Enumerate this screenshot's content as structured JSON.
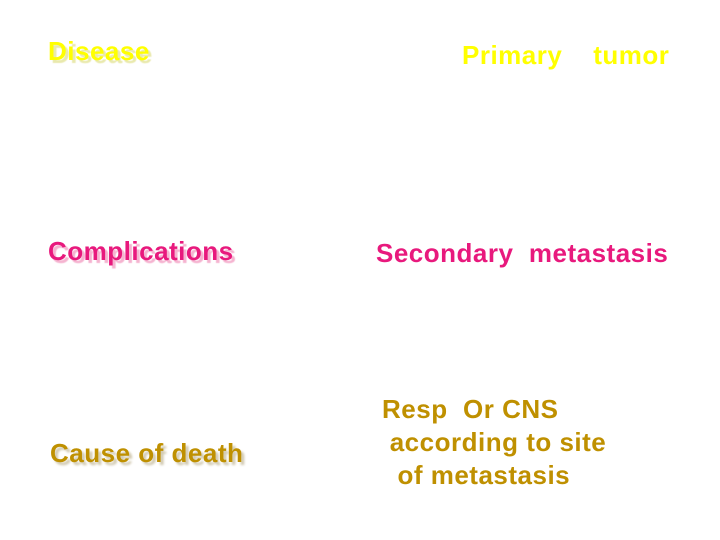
{
  "slide": {
    "background_color": "#FFFFFF",
    "colors": {
      "yellow": "#FFFF00",
      "pink": "#E8197D",
      "gold": "#BF9000",
      "yellow_shadow": "#E8E8A8",
      "pink_shadow": "#F4AFCE",
      "gold_shadow": "#C1B796"
    },
    "rows": [
      {
        "id": "disease",
        "label": "Disease",
        "value": "Primary    tumor",
        "label_color": "#FFFF00",
        "value_color": "#FFFF00"
      },
      {
        "id": "complications",
        "label": "Complications",
        "value": "Secondary  metastasis",
        "label_color": "#E8197D",
        "value_color": "#E8197D"
      },
      {
        "id": "cause-of-death",
        "label": "Cause of death",
        "value": "Resp  Or CNS\n according to site\n  of metastasis",
        "label_color": "#BF9000",
        "value_color": "#BF9000"
      }
    ]
  }
}
